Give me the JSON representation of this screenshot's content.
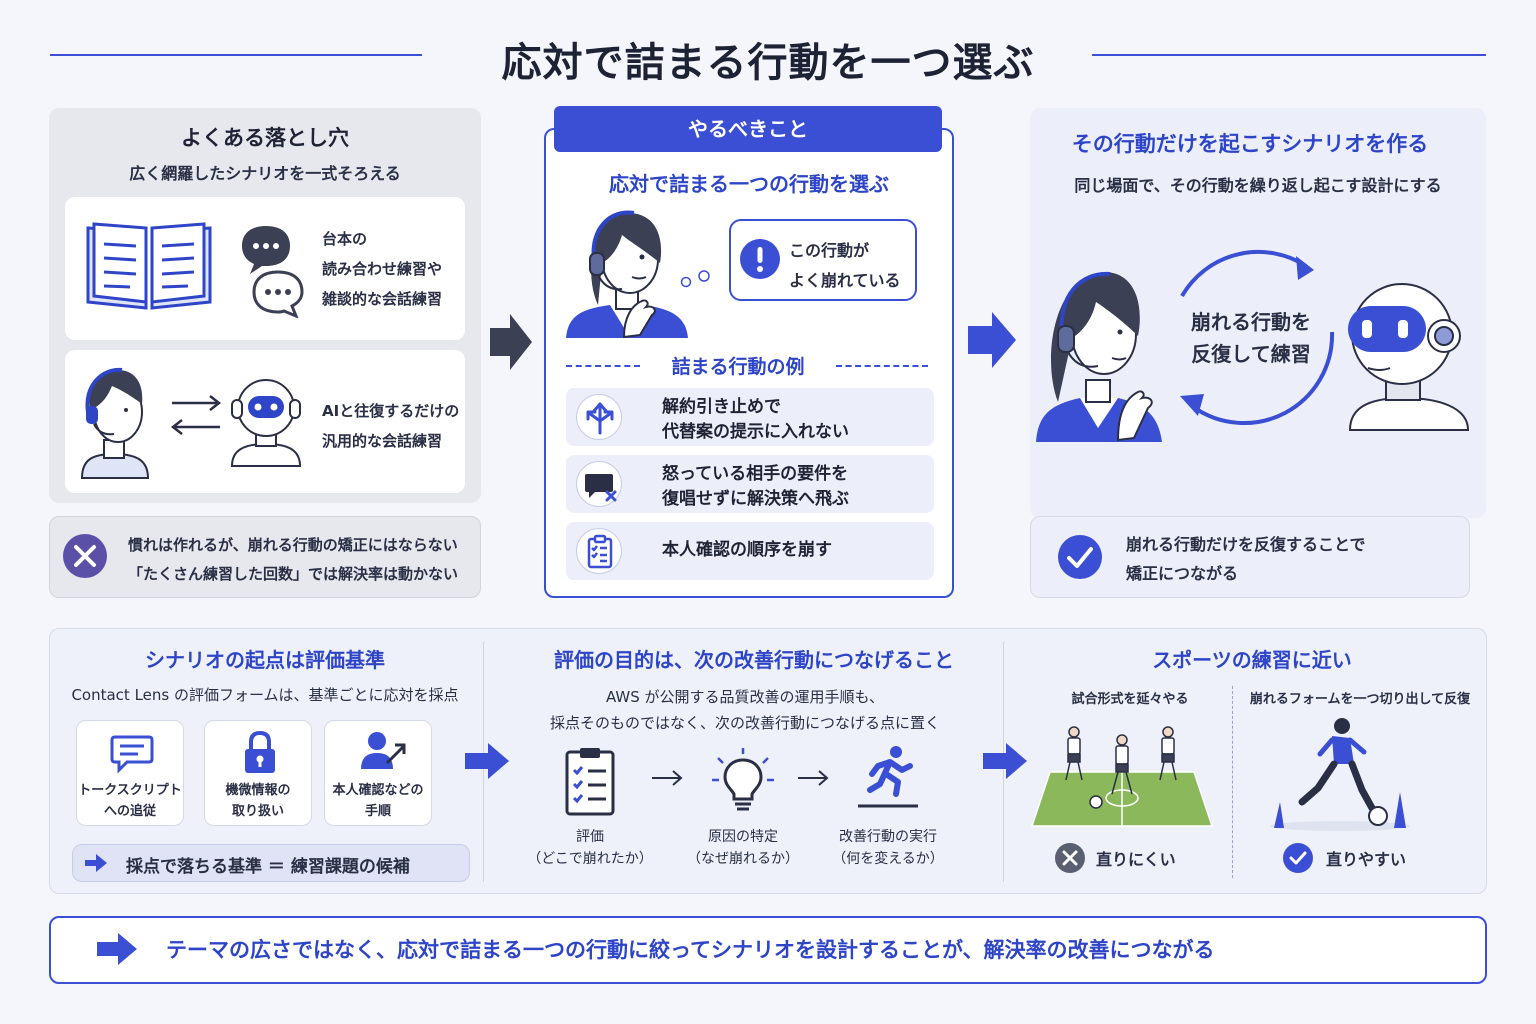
{
  "title": "応対で詰まる行動を一つ選ぶ",
  "left": {
    "heading": "よくある落とし穴",
    "subheading": "広く網羅したシナリオを一式そろえる",
    "card1_lines": [
      "台本の",
      "読み合わせ練習や",
      "雑談的な会話練習"
    ],
    "card2_lines": [
      "AIと往復するだけの",
      "汎用的な会話練習"
    ],
    "warning_lines": [
      "慣れは作れるが、崩れる行動の矯正にはならない",
      "「たくさん練習した回数」では解決率は動かない"
    ]
  },
  "middle": {
    "badge": "やるべきこと",
    "heading": "応対で詰まる一つの行動を選ぶ",
    "bubble_lines": [
      "この行動が",
      "よく崩れている"
    ],
    "examples_title": "詰まる行動の例",
    "examples": [
      {
        "icon": "split-arrows-icon",
        "lines": [
          "解約引き止めで",
          "代替案の提示に入れない"
        ]
      },
      {
        "icon": "chat-x-icon",
        "lines": [
          "怒っている相手の要件を",
          "復唱せずに解決策へ飛ぶ"
        ]
      },
      {
        "icon": "clipboard-check-icon",
        "lines": [
          "本人確認の順序を崩す"
        ]
      }
    ]
  },
  "right": {
    "heading": "その行動だけを起こすシナリオを作る",
    "subheading": "同じ場面で、その行動を繰り返し起こす設計にする",
    "cycle_lines": [
      "崩れる行動を",
      "反復して練習"
    ],
    "result_lines": [
      "崩れる行動だけを反復することで",
      "矯正につながる"
    ]
  },
  "bottom": {
    "col1": {
      "heading": "シナリオの起点は評価基準",
      "text": "Contact Lens の評価フォームは、基準ごとに応対を採点",
      "cards": [
        {
          "icon": "chat-lines-icon",
          "lines": [
            "トークスクリプト",
            "への追従"
          ]
        },
        {
          "icon": "lock-icon",
          "lines": [
            "機微情報の",
            "取り扱い"
          ]
        },
        {
          "icon": "user-check-icon",
          "lines": [
            "本人確認などの",
            "手順"
          ]
        }
      ],
      "equation": "採点で落ちる基準 ＝ 練習課題の候補"
    },
    "col2": {
      "heading": "評価の目的は、次の改善行動につなげること",
      "text_lines": [
        "AWS が公開する品質改善の運用手順も、",
        "採点そのものではなく、次の改善行動につなげる点に置く"
      ],
      "steps": [
        {
          "icon": "checklist-icon",
          "lines": [
            "評価",
            "（どこで崩れたか）"
          ]
        },
        {
          "icon": "lightbulb-icon",
          "lines": [
            "原因の特定",
            "（なぜ崩れるか）"
          ]
        },
        {
          "icon": "runner-icon",
          "lines": [
            "改善行動の実行",
            "（何を変えるか）"
          ]
        }
      ]
    },
    "col3": {
      "heading": "スポーツの練習に近い",
      "left_label": "試合形式を延々やる",
      "right_label": "崩れるフォームを一つ切り出して反復",
      "left_result": "直りにくい",
      "right_result": "直りやすい"
    }
  },
  "footer": "テーマの広さではなく、応対で詰まる一つの行動に絞ってシナリオを設計することが、解決率の改善につながる",
  "colors": {
    "accent": "#3a4fd4",
    "accent_dark": "#2f45c8",
    "purple": "#5a50a8"
  }
}
